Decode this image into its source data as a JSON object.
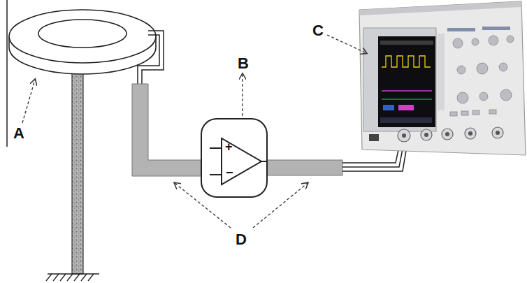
{
  "diagram": {
    "labels": [
      "A",
      "B",
      "C",
      "D",
      "+",
      "−"
    ]
  }
}
